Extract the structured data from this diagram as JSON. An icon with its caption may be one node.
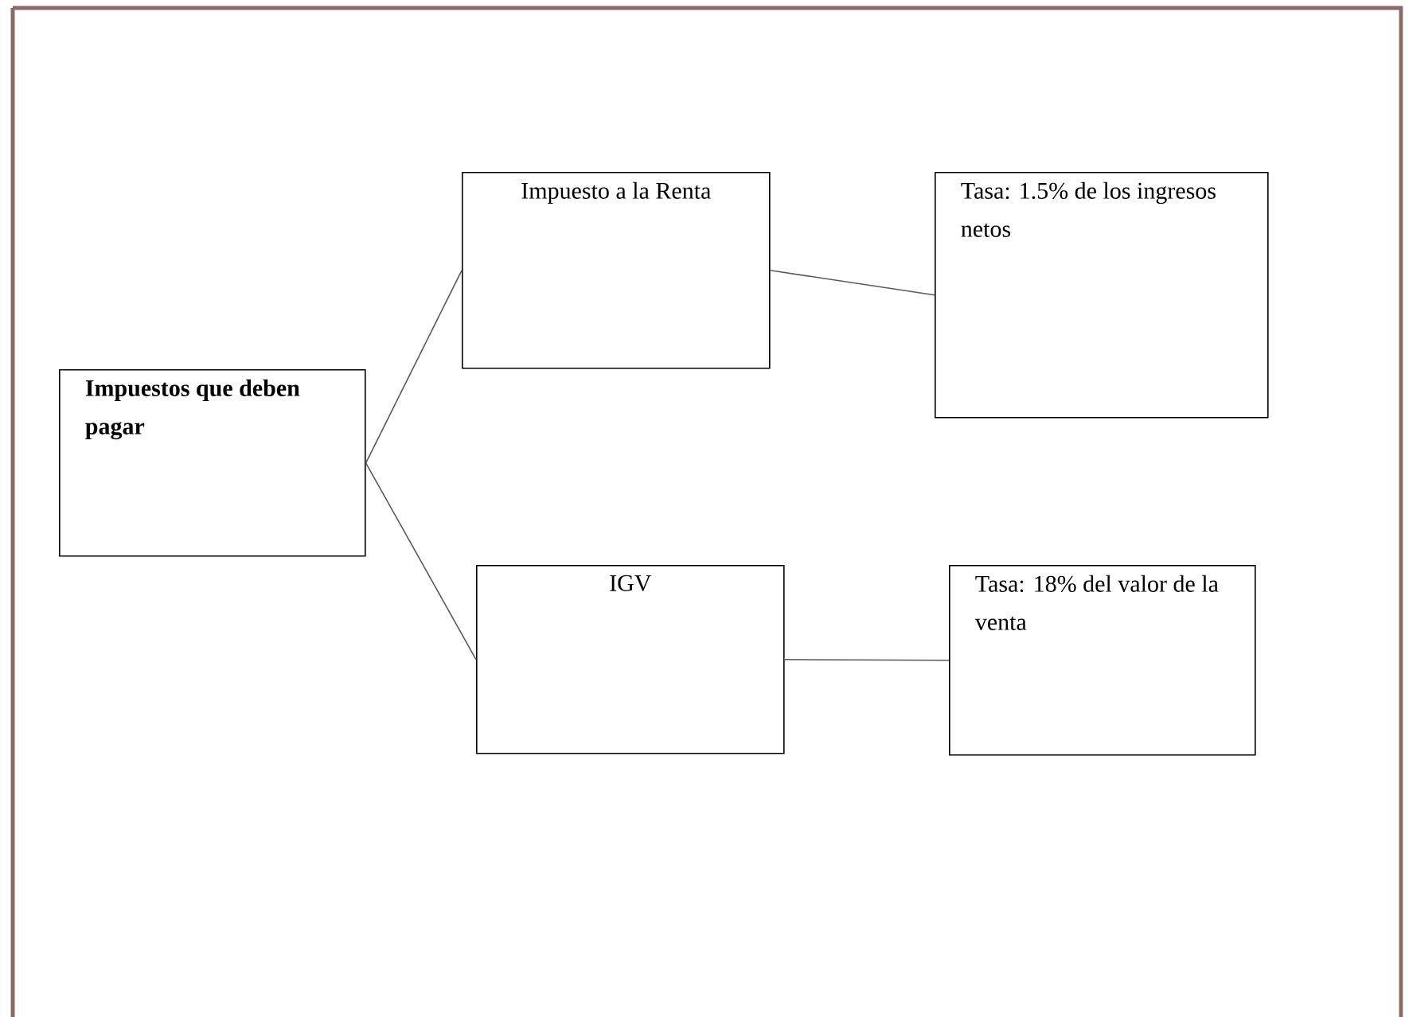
{
  "diagram": {
    "nodes": [
      {
        "text": [
          "Impuestos que deben pagar"
        ]
      },
      {
        "text": [
          "Impuesto a la Renta"
        ]
      },
      {
        "text": [
          "Tasa: 1.5% de los ingresos netos"
        ]
      },
      {
        "text": [
          "IGV"
        ]
      },
      {
        "text": [
          "Tasa: 18% del valor de la venta"
        ]
      }
    ],
    "edges": [
      {
        "from": 0,
        "to": 1,
        "arrow": "none"
      },
      {
        "from": 0,
        "to": 3,
        "arrow": "none"
      },
      {
        "from": 1,
        "to": 2,
        "arrow": "none"
      },
      {
        "from": 3,
        "to": 4,
        "arrow": "none"
      }
    ]
  }
}
